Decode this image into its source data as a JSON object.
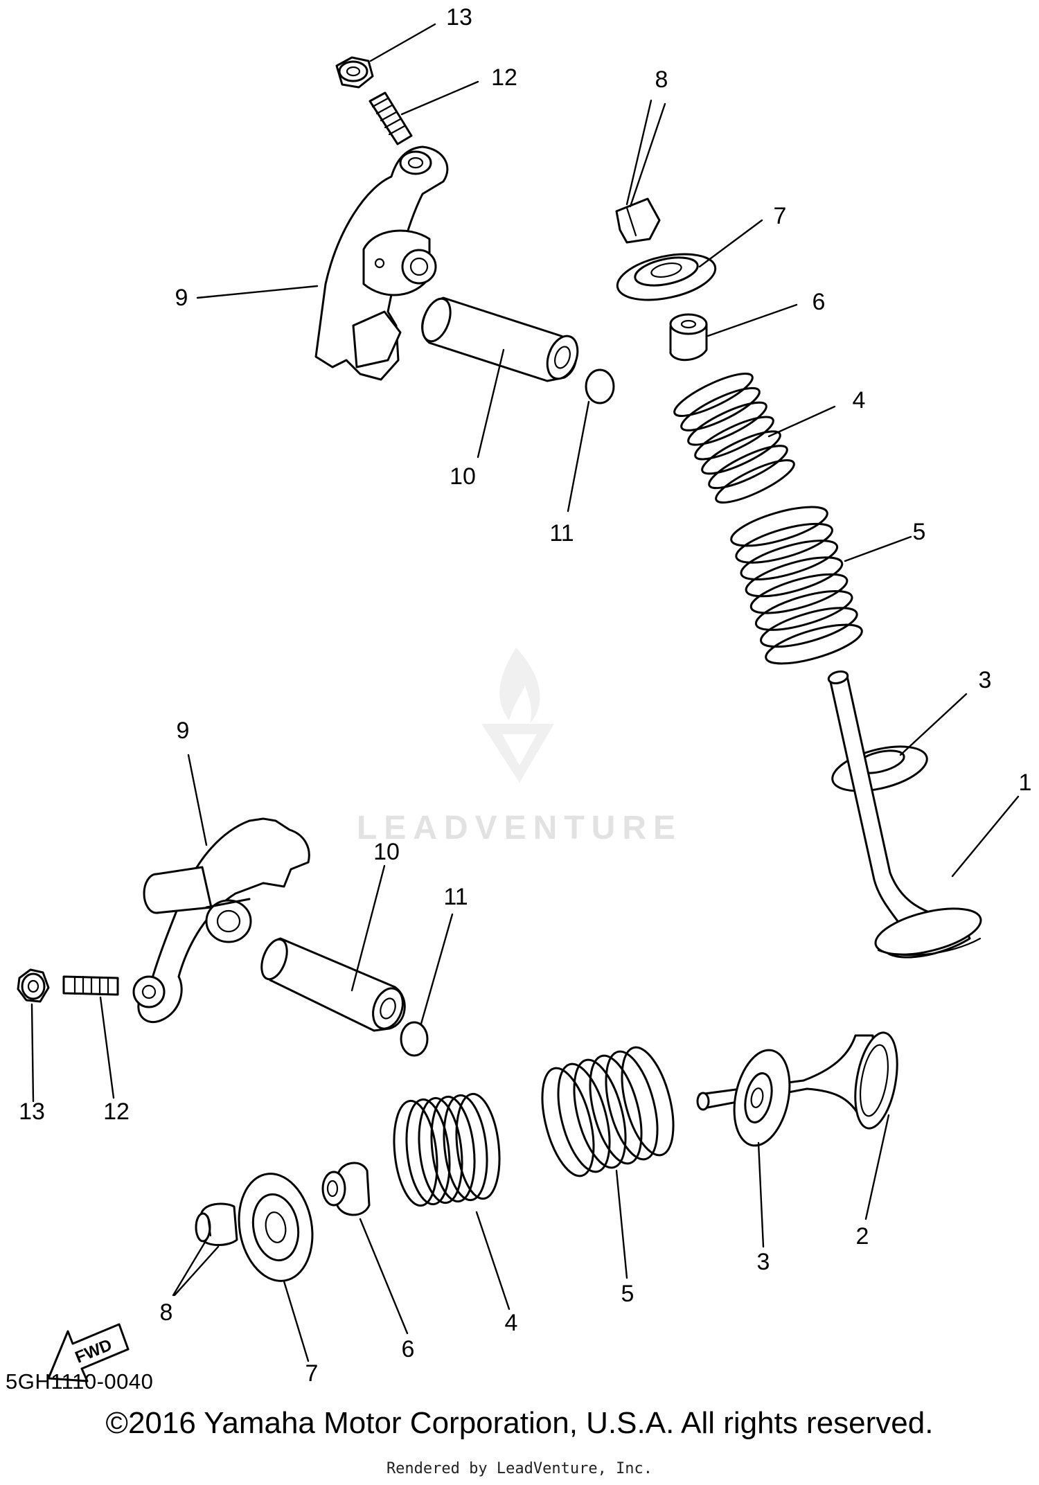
{
  "callouts": {
    "upper": {
      "c13": "13",
      "c12": "12",
      "c8": "8",
      "c7": "7",
      "c9": "9",
      "c6": "6",
      "c4": "4",
      "c10": "10",
      "c11": "11",
      "c5": "5",
      "c3": "3",
      "c1": "1"
    },
    "lower": {
      "c9": "9",
      "c10": "10",
      "c11": "11",
      "c13": "13",
      "c12": "12",
      "c2": "2",
      "c3": "3",
      "c5": "5",
      "c4": "4",
      "c6": "6",
      "c7": "7",
      "c8": "8"
    }
  },
  "fwd_label": "FWD",
  "watermark": "LEADVENTURE",
  "diagram_code": "5GH1110-0040",
  "copyright": "©2016 Yamaha Motor Corporation, U.S.A. All rights reserved.",
  "rendered_by": "Rendered by LeadVenture, Inc."
}
